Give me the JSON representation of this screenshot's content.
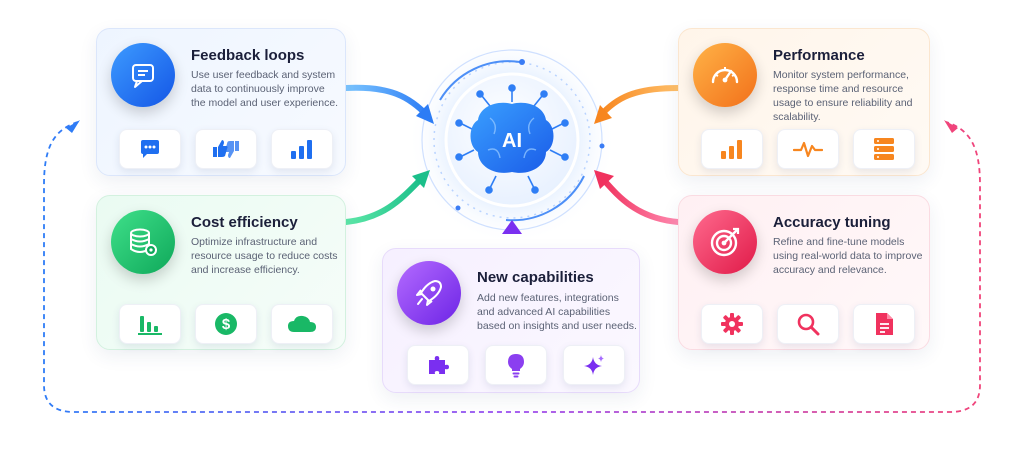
{
  "hub": {
    "label": "AI"
  },
  "cards": {
    "feedback": {
      "title": "Feedback loops",
      "description": "Use user feedback and system data to continuously improve the model and user experience.",
      "color": "#1f6ff0",
      "tile_icons": [
        "chat-bubble-icon",
        "thumbs-up-down-icon",
        "bar-chart-icon"
      ]
    },
    "cost": {
      "title": "Cost efficiency",
      "description": "Optimize infrastructure and resource usage to reduce costs and increase efficiency.",
      "color": "#19b866",
      "tile_icons": [
        "bar-chart-icon",
        "dollar-icon",
        "cloud-icon"
      ]
    },
    "new": {
      "title": "New capabilities",
      "description": "Add new features, integrations and advanced AI capabilities based on insights and user needs.",
      "color": "#8b3ff0",
      "tile_icons": [
        "puzzle-icon",
        "lightbulb-icon",
        "sparkle-icon"
      ]
    },
    "perf": {
      "title": "Performance",
      "description": "Monitor system performance, response time and resource usage to ensure reliability and scalability.",
      "color": "#f7861f",
      "tile_icons": [
        "bar-chart-icon",
        "pulse-icon",
        "server-icon"
      ]
    },
    "acc": {
      "title": "Accuracy tuning",
      "description": "Refine and fine-tune models using real-world data to improve accuracy and relevance.",
      "color": "#f0325e",
      "tile_icons": [
        "gear-icon",
        "magnifier-icon",
        "document-icon"
      ]
    }
  }
}
